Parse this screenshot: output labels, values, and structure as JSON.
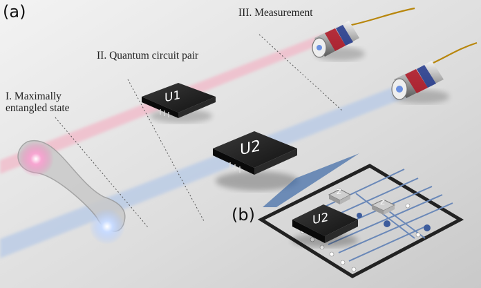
{
  "panels": {
    "a": "(a)",
    "b": "(b)"
  },
  "stages": {
    "entangled_line1": "I. Maximally",
    "entangled_line2": "entangled state",
    "circuit": "II. Quantum circuit pair",
    "measurement": "III. Measurement"
  },
  "chips": {
    "u1": "U1",
    "u2": "U2",
    "u2_inset": "U2"
  },
  "gates": [
    "Z",
    "Z"
  ],
  "colors": {
    "background": "#e6e6e6",
    "beam_pink": "#f2b8c8",
    "beam_blue": "#b9cbe6",
    "photon_pink": "#f07fb8",
    "photon_blue": "#a9c6ff",
    "chip": "#1b1b1b",
    "detector_red": "#b01c2a",
    "detector_blue": "#2a3f8f",
    "cable": "#b8860b"
  }
}
